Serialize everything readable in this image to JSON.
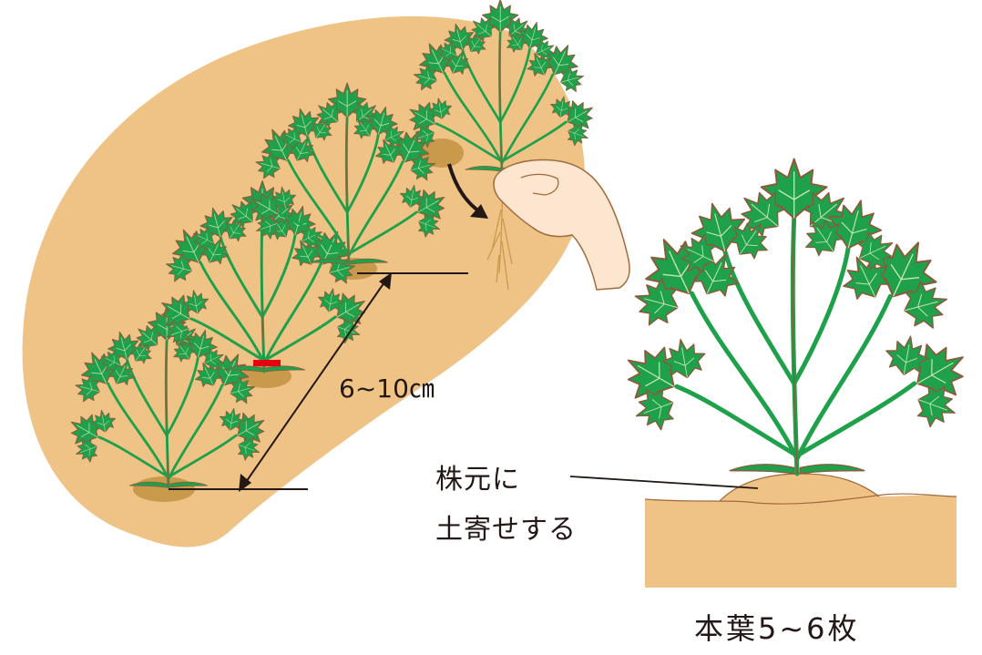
{
  "labels": {
    "spacing": "6~10㎝",
    "hill_line1": "株元に",
    "hill_line2": "土寄せする",
    "leaf_count": "本葉5~6枚"
  },
  "colors": {
    "soil_light": "#efc386",
    "soil_dark": "#c99a4c",
    "leaf": "#1fa04a",
    "leaf_outline": "#8a5a3a",
    "hand": "#fde6cf",
    "hand_outline": "#a0693e",
    "line": "#231815",
    "mark": "#e60012"
  }
}
